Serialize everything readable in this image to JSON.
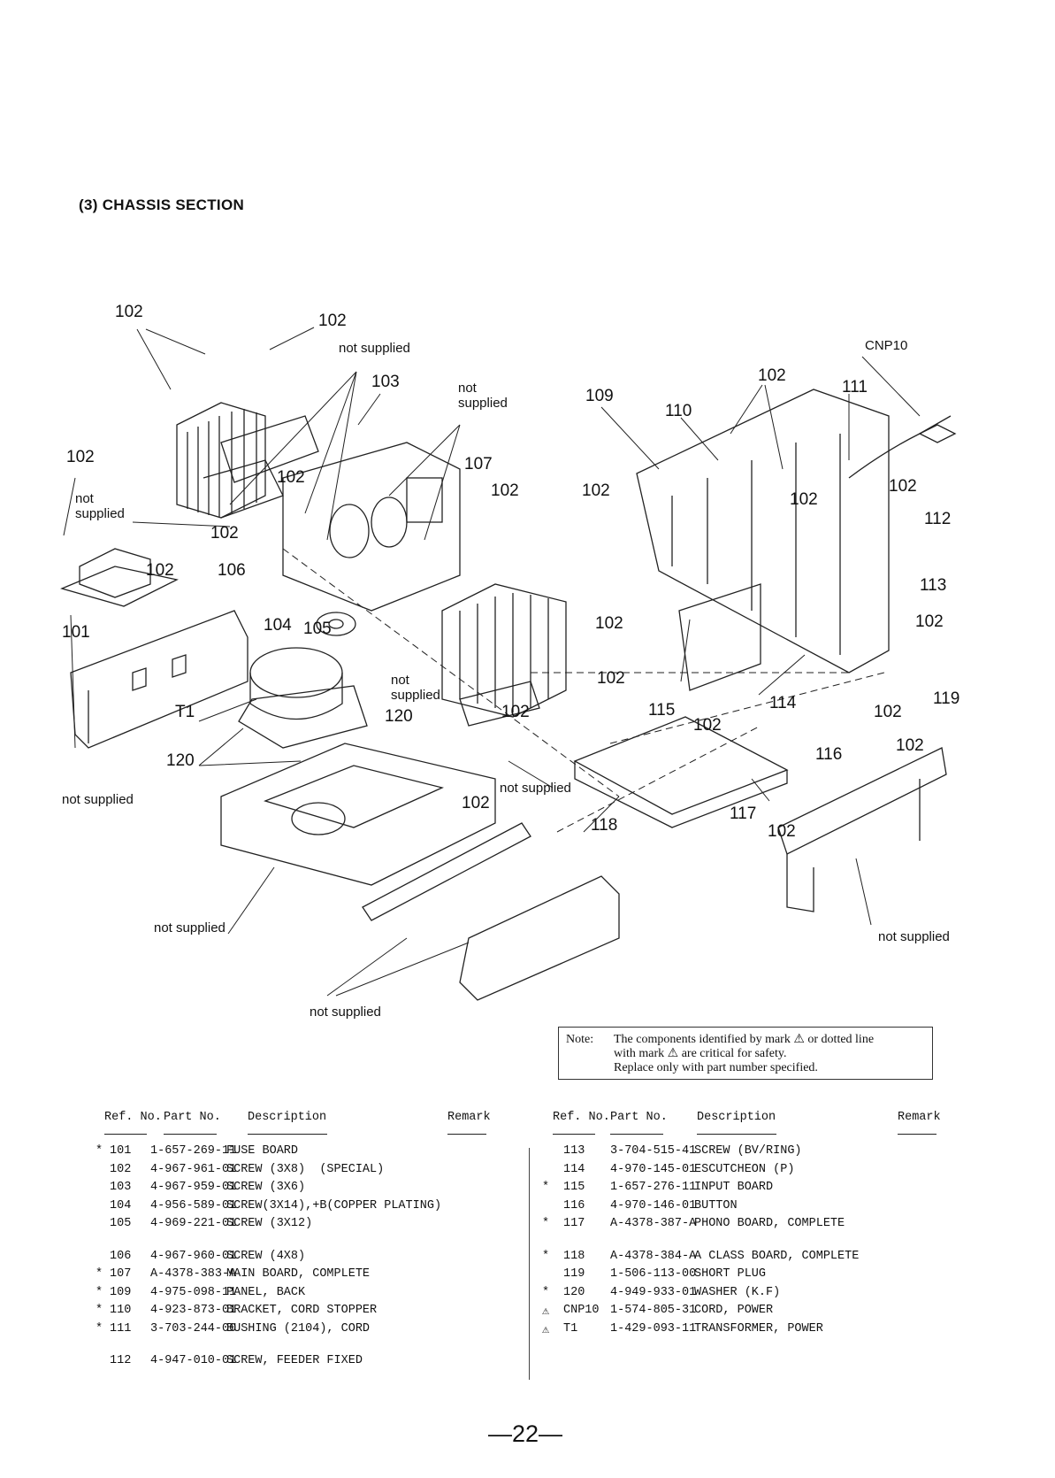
{
  "section_title": "(3)  CHASSIS  SECTION",
  "callouts": {
    "c102_a": "102",
    "c102_b": "102",
    "c102_c": "102",
    "c102_d": "102",
    "c102_e": "102",
    "c102_f": "102",
    "c102_g": "102",
    "c102_h": "102",
    "c102_i": "102",
    "c102_j": "102",
    "c102_k": "102",
    "c102_l": "102",
    "c102_m": "102",
    "c102_n": "102",
    "c102_o": "102",
    "c102_p": "102",
    "c102_q": "102",
    "c102_r": "102",
    "c102_s": "102",
    "c101": "101",
    "c103": "103",
    "c104": "104",
    "c105": "105",
    "c106": "106",
    "c107": "107",
    "c109": "109",
    "c110": "110",
    "c111": "111",
    "c112": "112",
    "c113": "113",
    "c114": "114",
    "c115": "115",
    "c116": "116",
    "c117": "117",
    "c118": "118",
    "c119": "119",
    "c120_a": "120",
    "c120_b": "120",
    "cT1": "T1",
    "cCNP10": "CNP10"
  },
  "not_supplied": "not supplied",
  "not_supplied_split": [
    "not",
    "supplied"
  ],
  "note": {
    "label": "Note:",
    "line1": "The components identified by mark ⚠ or dotted line",
    "line2": "with mark ⚠ are critical for safety.",
    "line3": "Replace only with part number specified."
  },
  "table_headers": {
    "ref": "Ref. No.",
    "part": "Part No.",
    "desc": "Description",
    "remark": "Remark"
  },
  "parts_left": [
    {
      "mark": "*",
      "ref": "101",
      "part": "1-657-269-11",
      "desc": "FUSE BOARD"
    },
    {
      "mark": "",
      "ref": "102",
      "part": "4-967-961-01",
      "desc": "SCREW (3X8)  (SPECIAL)"
    },
    {
      "mark": "",
      "ref": "103",
      "part": "4-967-959-01",
      "desc": "SCREW (3X6)"
    },
    {
      "mark": "",
      "ref": "104",
      "part": "4-956-589-01",
      "desc": "SCREW(3X14),+B(COPPER PLATING)"
    },
    {
      "mark": "",
      "ref": "105",
      "part": "4-969-221-01",
      "desc": "SCREW (3X12)"
    },
    {
      "mark": "",
      "ref": "106",
      "part": "4-967-960-01",
      "desc": "SCREW (4X8)"
    },
    {
      "mark": "*",
      "ref": "107",
      "part": "A-4378-383-A",
      "desc": "MAIN BOARD, COMPLETE"
    },
    {
      "mark": "*",
      "ref": "109",
      "part": "4-975-098-11",
      "desc": "PANEL, BACK"
    },
    {
      "mark": "*",
      "ref": "110",
      "part": "4-923-873-01",
      "desc": "BRACKET, CORD STOPPER"
    },
    {
      "mark": "*",
      "ref": "111",
      "part": "3-703-244-00",
      "desc": "BUSHING (2104), CORD"
    },
    {
      "mark": "",
      "ref": "112",
      "part": "4-947-010-01",
      "desc": "SCREW, FEEDER FIXED"
    }
  ],
  "parts_right": [
    {
      "mark": "",
      "ref": "113",
      "part": "3-704-515-41",
      "desc": "SCREW (BV/RING)"
    },
    {
      "mark": "",
      "ref": "114",
      "part": "4-970-145-01",
      "desc": "ESCUTCHEON (P)"
    },
    {
      "mark": "*",
      "ref": "115",
      "part": "1-657-276-11",
      "desc": "INPUT BOARD"
    },
    {
      "mark": "",
      "ref": "116",
      "part": "4-970-146-01",
      "desc": "BUTTON"
    },
    {
      "mark": "*",
      "ref": "117",
      "part": "A-4378-387-A",
      "desc": "PHONO BOARD, COMPLETE"
    },
    {
      "mark": "*",
      "ref": "118",
      "part": "A-4378-384-A",
      "desc": "A CLASS BOARD, COMPLETE"
    },
    {
      "mark": "",
      "ref": "119",
      "part": "1-506-113-00",
      "desc": "SHORT PLUG"
    },
    {
      "mark": "*",
      "ref": "120",
      "part": "4-949-933-01",
      "desc": "WASHER (K.F)"
    },
    {
      "mark": "⚠",
      "ref": "CNP10",
      "part": "1-574-805-31",
      "desc": "CORD, POWER"
    },
    {
      "mark": "⚠",
      "ref": "T1",
      "part": "1-429-093-11",
      "desc": "TRANSFORMER, POWER"
    }
  ],
  "page_number": "—22—"
}
